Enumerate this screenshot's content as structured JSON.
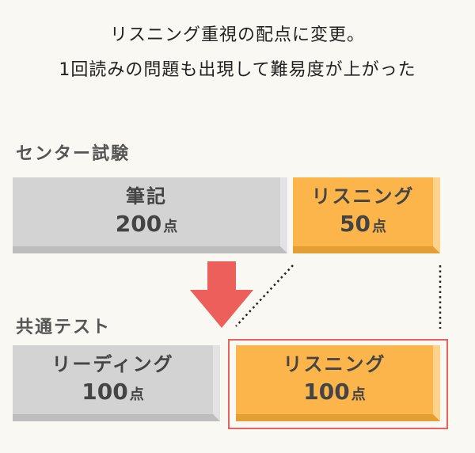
{
  "headline": {
    "line1": "リスニング重視の配点に変更。",
    "line2": "1回読みの問題も出現して難易度が上がった"
  },
  "center_test": {
    "label": "センター試験",
    "written": {
      "label": "筆記",
      "score": "200",
      "unit": "点"
    },
    "listening": {
      "label": "リスニング",
      "score": "50",
      "unit": "点"
    }
  },
  "common_test": {
    "label": "共通テスト",
    "reading": {
      "label": "リーディング",
      "score": "100",
      "unit": "点"
    },
    "listening": {
      "label": "リスニング",
      "score": "100",
      "unit": "点"
    }
  },
  "colors": {
    "background": "#f9f8f2",
    "gray_block": "#d3d3d3",
    "orange_block": "#fcb54b",
    "arrow": "#ec5f5b",
    "highlight_border": "#e8615f"
  },
  "icons": [
    "down-arrow-icon"
  ]
}
